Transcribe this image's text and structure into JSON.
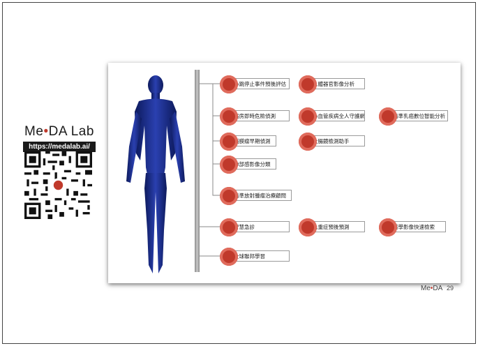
{
  "brand": {
    "name_left": "Me",
    "name_dot": "•",
    "name_right": "DA Lab",
    "url": "https://medalab.ai/"
  },
  "items": [
    {
      "label": "心跳停止事件預後評估"
    },
    {
      "label": "人體器官影像分析"
    },
    {
      "label": "病房即時危險偵測"
    },
    {
      "label": "心血管疾病全人守護網"
    },
    {
      "label": "精準乳癌數位智能分析"
    },
    {
      "label": "腦膜瘤早期偵測"
    },
    {
      "label": "大腸鏡檢測助手"
    },
    {
      "label": "肺部感影像分類"
    },
    {
      "label": "精準放射腫瘤治療顧問"
    },
    {
      "label": "智慧急診"
    },
    {
      "label": "急重症預後預測"
    },
    {
      "label": "醫學影像快速檢索"
    },
    {
      "label": "全球聯邦學習"
    }
  ],
  "footer": {
    "logo_left": "Me",
    "logo_dot": "•",
    "logo_right": "DA",
    "page": "29"
  },
  "colors": {
    "accent": "#c0392b",
    "body": "#1c2f8f"
  }
}
